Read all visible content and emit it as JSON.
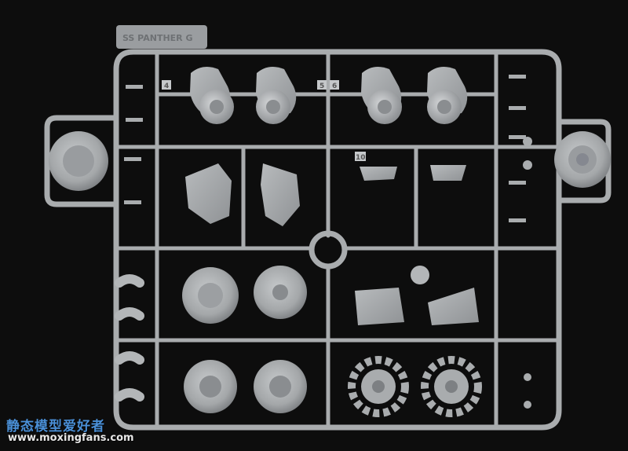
{
  "image": {
    "subject": "plastic model kit sprue",
    "background_color": "#0d0d0d",
    "plastic_color": "#a9acae"
  },
  "sprue_label": "SS PANTHER G",
  "part_numbers": [
    "4",
    "5",
    "6",
    "10"
  ],
  "watermark": {
    "chinese": "静态模型爱好者",
    "url": "www.moxingfans.com",
    "chinese_color": "#4a8fd6",
    "url_color": "#e8e8e8"
  }
}
